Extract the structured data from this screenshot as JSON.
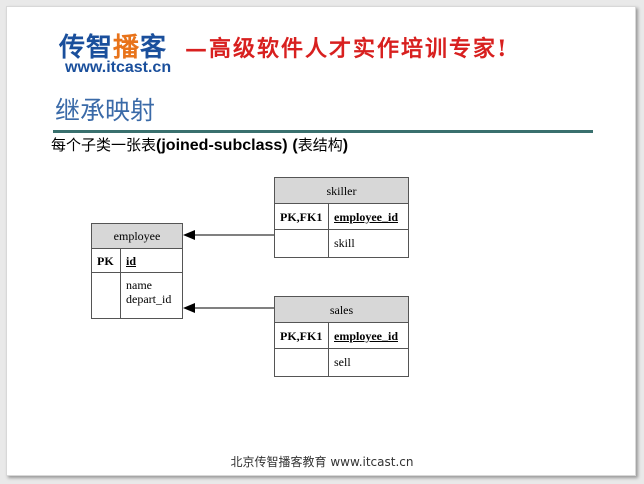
{
  "header": {
    "logo_part1": "传智",
    "logo_part2": "播",
    "logo_part3": "客",
    "logo_url": "www.itcast.cn",
    "slogan": "—高级软件人才实作培训专家!",
    "brand_colors": {
      "blue": "#1a4f9c",
      "orange": "#e8731a",
      "red": "#d8201f"
    }
  },
  "slide": {
    "title": "继承映射",
    "subtitle_prefix": "每个子类一张表",
    "subtitle_bold": "(joined-subclass)",
    "subtitle_suffix_paren": "(",
    "subtitle_suffix_text": "表结构",
    "subtitle_suffix_close": ")"
  },
  "diagram": {
    "employee": {
      "name": "employee",
      "pk_label": "PK",
      "pk_field": "id",
      "fields": [
        "name",
        "depart_id"
      ]
    },
    "skiller": {
      "name": "skiller",
      "key_label": "PK,FK1",
      "key_field": "employee_id",
      "fields": [
        "skill"
      ]
    },
    "sales": {
      "name": "sales",
      "key_label": "PK,FK1",
      "key_field": "employee_id",
      "fields": [
        "sell"
      ]
    }
  },
  "footer": {
    "text": "北京传智播客教育 www.itcast.cn"
  }
}
